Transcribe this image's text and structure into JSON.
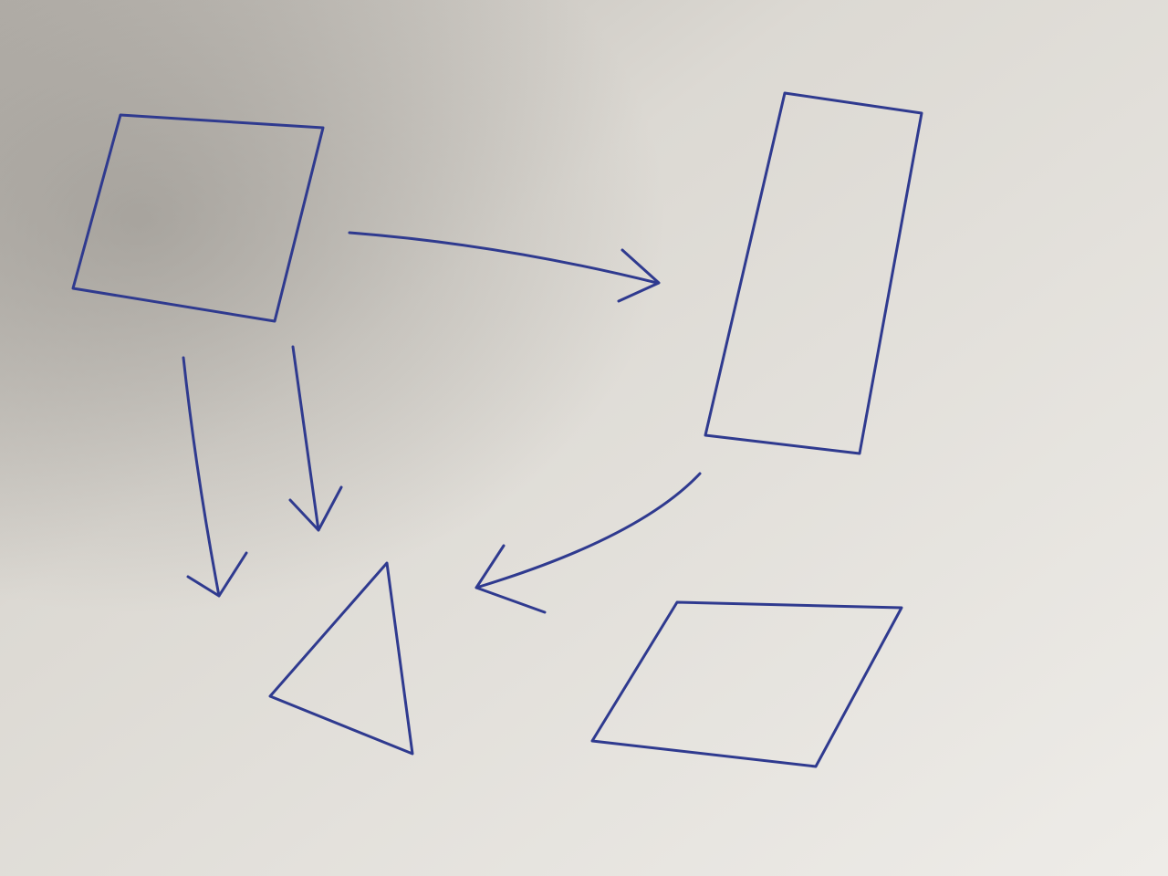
{
  "diagram": {
    "shapes": [
      {
        "name": "top-left-quadrilateral",
        "kind": "quadrilateral"
      },
      {
        "name": "tall-rectangle",
        "kind": "rectangle"
      },
      {
        "name": "triangle",
        "kind": "triangle"
      },
      {
        "name": "parallelogram",
        "kind": "parallelogram"
      }
    ],
    "arrows": [
      {
        "name": "arrow-quad-to-rectangle",
        "from": "top-left-quadrilateral",
        "to": "tall-rectangle"
      },
      {
        "name": "arrow-quad-down-left",
        "from": "top-left-quadrilateral",
        "to": "triangle"
      },
      {
        "name": "arrow-quad-to-triangle",
        "from": "top-left-quadrilateral",
        "to": "triangle"
      },
      {
        "name": "arrow-rectangle-to-triangle",
        "from": "tall-rectangle",
        "to": "triangle"
      }
    ],
    "colors": {
      "ink": "#2f3a8f",
      "paper_light": "#eceae6",
      "paper_mid": "#dcd9d3",
      "shadow": "#9a9690"
    }
  }
}
